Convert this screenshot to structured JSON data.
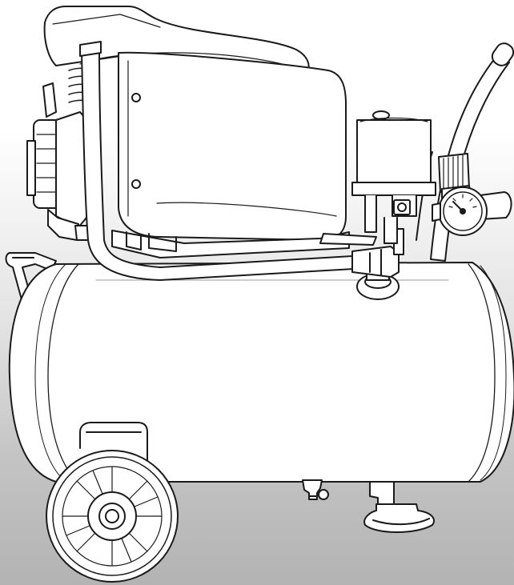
{
  "illustration": {
    "subject": "air-compressor",
    "style": "line-art",
    "colors": {
      "background_top": "#ffffff",
      "background_bottom": "#b3b3b3",
      "outline": "#1a1a1a",
      "fill": "#ffffff",
      "shade": "#e6e6e6"
    },
    "components": [
      "motor-cover",
      "motor-fan-housing",
      "discharge-pipe",
      "pressure-switch",
      "pressure-regulator-knob",
      "pressure-gauge",
      "transport-handle",
      "side-handle",
      "air-tank",
      "wheel",
      "drain-valve",
      "rubber-foot"
    ]
  }
}
